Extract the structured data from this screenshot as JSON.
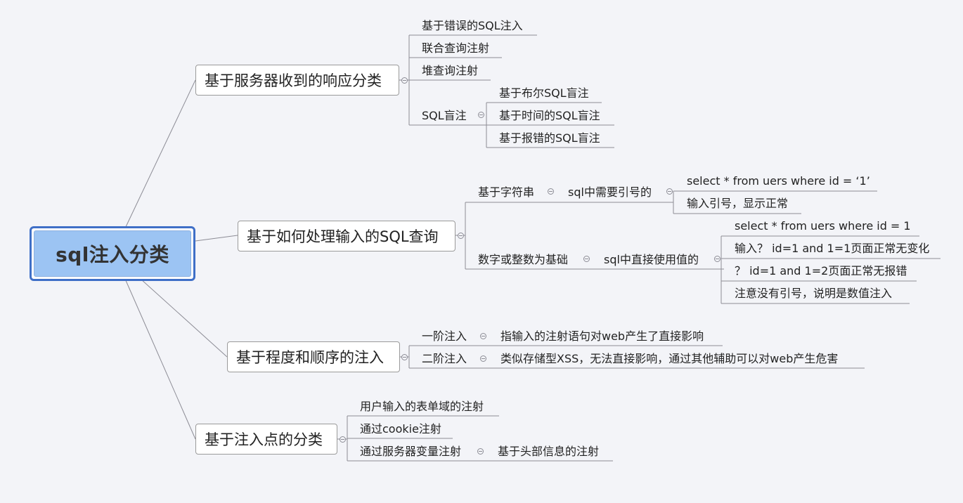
{
  "root": "sql注入分类",
  "branches": [
    {
      "label": "基于服务器收到的响应分类",
      "children": [
        {
          "label": "基于错误的SQL注入"
        },
        {
          "label": "联合查询注射"
        },
        {
          "label": "堆查询注射"
        },
        {
          "label": "SQL盲注",
          "children": [
            "基于布尔SQL盲注",
            "基于时间的SQL盲注",
            "基于报错的SQL盲注"
          ]
        }
      ]
    },
    {
      "label": "基于如何处理输入的SQL查询",
      "children": [
        {
          "label": "基于字符串",
          "child": "sql中需要引号的",
          "children": [
            "select * from uers where id = ‘1’",
            "输入引号，显示正常"
          ]
        },
        {
          "label": "数字或整数为基础",
          "child": "sql中直接使用值的",
          "children": [
            "select * from uers where id = 1",
            "输入？ id=1 and 1=1页面正常无变化",
            "？ id=1 and 1=2页面正常无报错",
            "注意没有引号，说明是数值注入"
          ]
        }
      ]
    },
    {
      "label": "基于程度和顺序的注入",
      "children": [
        {
          "label": "一阶注入",
          "child": "指输入的注射语句对web产生了直接影响"
        },
        {
          "label": "二阶注入",
          "child": "类似存储型XSS，无法直接影响，通过其他辅助可以对web产生危害"
        }
      ]
    },
    {
      "label": "基于注入点的分类",
      "children": [
        {
          "label": "用户输入的表单域的注射"
        },
        {
          "label": "通过cookie注射"
        },
        {
          "label": "通过服务器变量注射",
          "child": "基于头部信息的注射"
        }
      ]
    }
  ]
}
